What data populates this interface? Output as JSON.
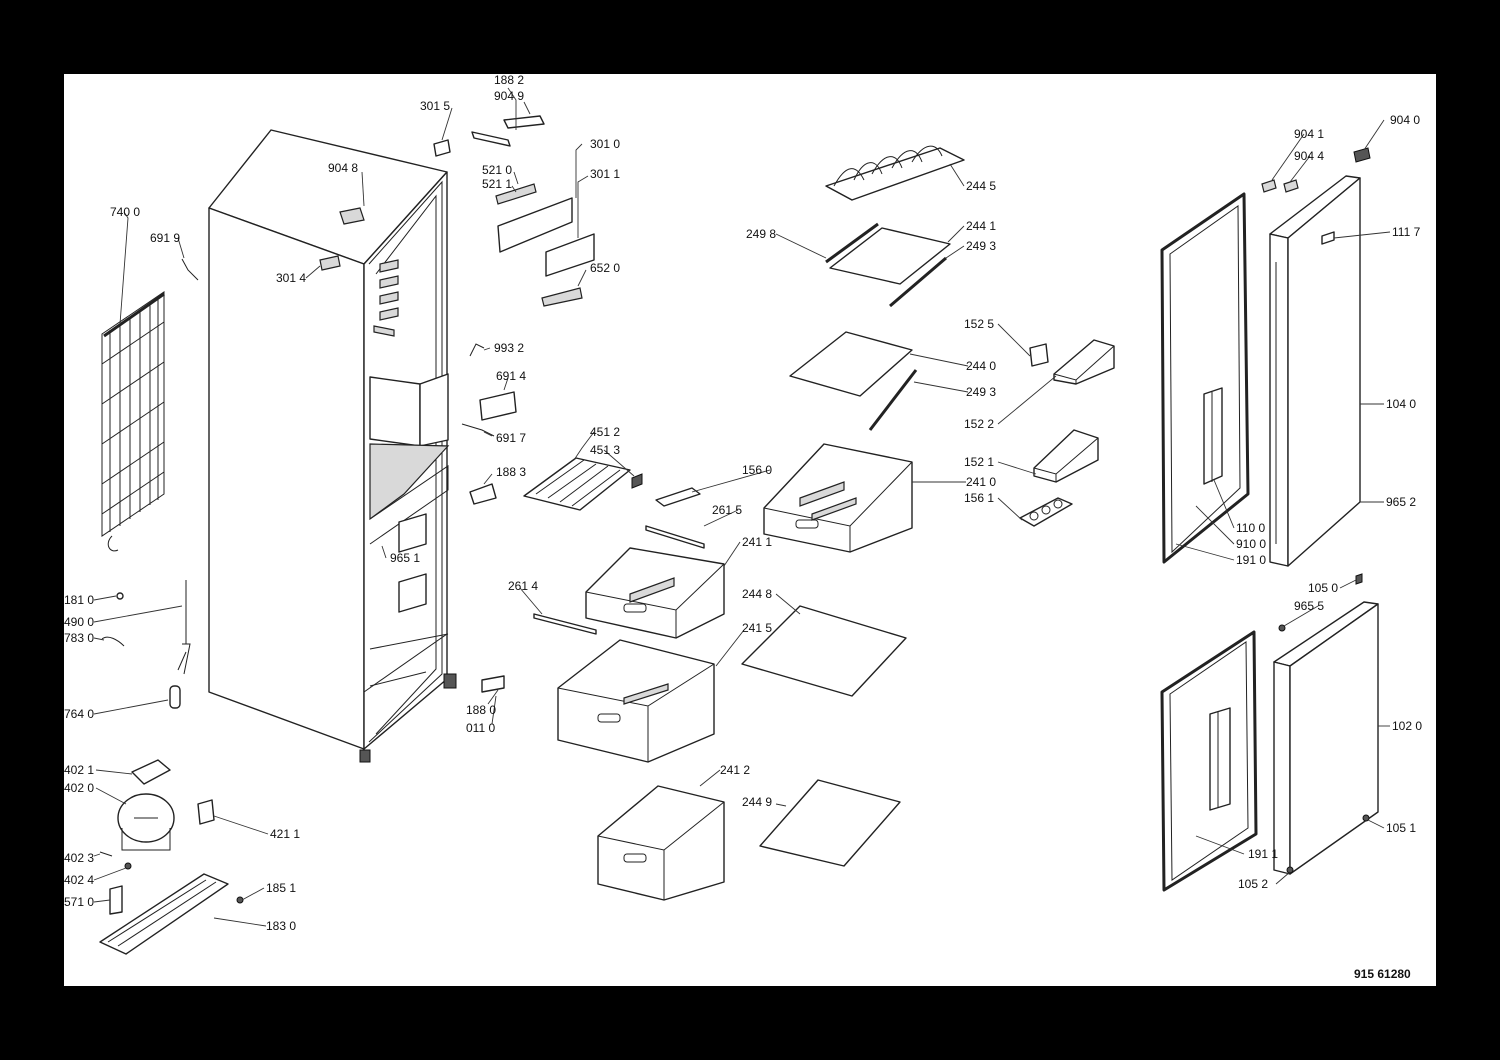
{
  "drawing_number": "915 61280",
  "labels": {
    "p1882": "188 2",
    "p9049": "904 9",
    "p3015": "301 5",
    "p3010": "301 0",
    "p3011": "301 1",
    "p5210": "521 0",
    "p5211": "521 1",
    "p9048": "904 8",
    "p3014": "301 4",
    "p6520": "652 0",
    "p7400": "740 0",
    "p6919": "691 9",
    "p9932": "993 2",
    "p6914": "691 4",
    "p6917": "691 7",
    "p1883": "188 3",
    "p9651": "965 1",
    "p1810": "181 0",
    "p4900": "490 0",
    "p7830": "783 0",
    "p7640": "764 0",
    "p1880": "188 0",
    "p0110": "011 0",
    "p4021": "402 1",
    "p4020": "402 0",
    "p4211": "421 1",
    "p4023": "402 3",
    "p4024": "402 4",
    "p5710": "571 0",
    "p1851": "185 1",
    "p1830": "183 0",
    "p2445": "244 5",
    "p2498": "249 8",
    "p2441": "244 1",
    "p2493a": "249 3",
    "p2440": "244 0",
    "p2493b": "249 3",
    "p4512": "451 2",
    "p4513": "451 3",
    "p1560": "156 0",
    "p2410": "241 0",
    "p2615": "261 5",
    "p2411": "241 1",
    "p2614": "261 4",
    "p2448": "244 8",
    "p2415": "241 5",
    "p2412": "241 2",
    "p2449": "244 9",
    "p1525": "152 5",
    "p1522": "152 2",
    "p1521": "152 1",
    "p1561": "156 1",
    "p9041": "904 1",
    "p9044": "904 4",
    "p9040": "904 0",
    "p1117": "111 7",
    "p1040": "104 0",
    "p9652": "965 2",
    "p1100": "110 0",
    "p9100": "910 0",
    "p1910": "191 0",
    "p1050": "105 0",
    "p9655": "965 5",
    "p1020": "102 0",
    "p1051": "105 1",
    "p1911": "191 1",
    "p1052": "105 2"
  }
}
